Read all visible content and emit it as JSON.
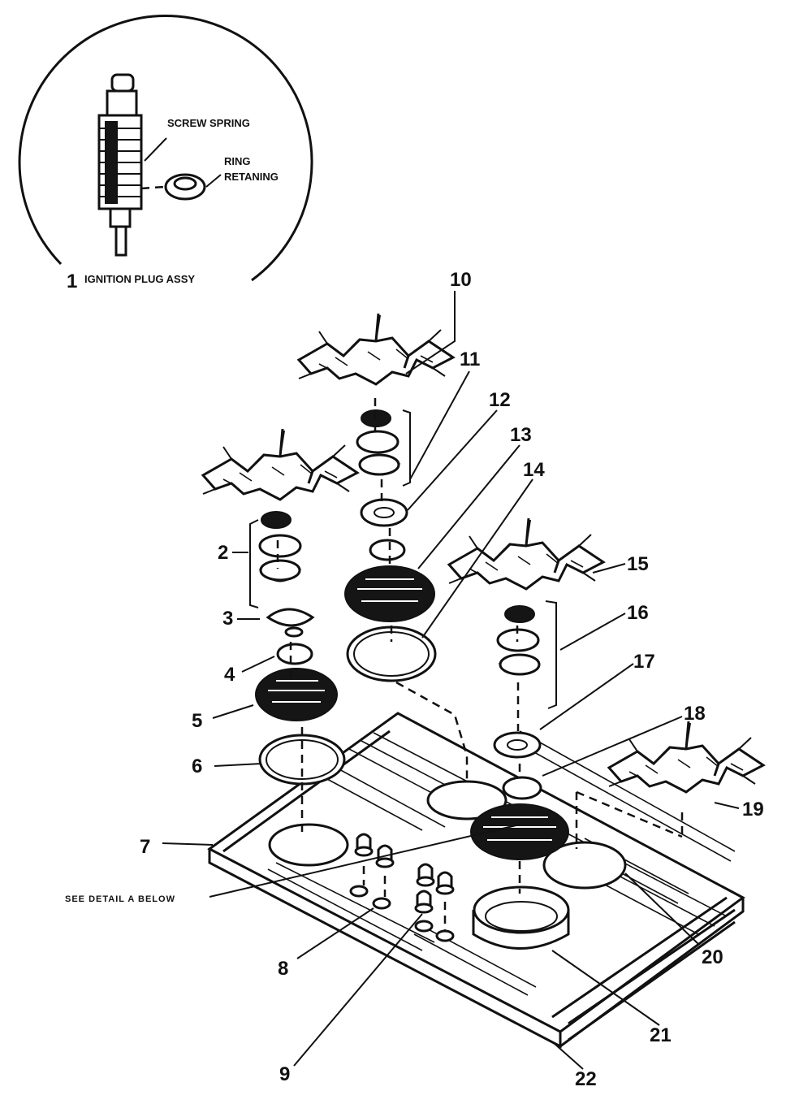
{
  "detail": {
    "screw_spring": "SCREW SPRING",
    "ring_line1": "RING",
    "ring_line2": "RETANING",
    "item_number": "1",
    "item_name": "IGNITION PLUG ASSY"
  },
  "see_detail": "SEE DETAIL A BELOW",
  "callouts": {
    "c2": "2",
    "c3": "3",
    "c4": "4",
    "c5": "5",
    "c6": "6",
    "c7": "7",
    "c8": "8",
    "c9": "9",
    "c10": "10",
    "c11": "11",
    "c12": "12",
    "c13": "13",
    "c14": "14",
    "c15": "15",
    "c16": "16",
    "c17": "17",
    "c18": "18",
    "c19": "19",
    "c20": "20",
    "c21": "21",
    "c22": "22"
  },
  "colors": {
    "ink": "#111111",
    "paper": "#ffffff"
  },
  "icons": [
    "ignition-plug-icon",
    "burner-grate-icon",
    "burner-cap-icon",
    "drip-pan-icon",
    "cooktop-icon",
    "control-knob-icon"
  ]
}
